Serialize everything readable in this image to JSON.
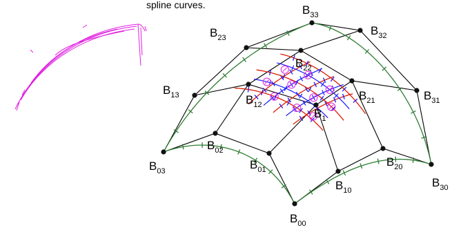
{
  "caption_fragment": "spline curves.",
  "control_points": [
    {
      "id": "B00",
      "base": "B",
      "sub": "00"
    },
    {
      "id": "B01",
      "base": "B",
      "sub": "01"
    },
    {
      "id": "B02",
      "base": "B",
      "sub": "02"
    },
    {
      "id": "B03",
      "base": "B",
      "sub": "03"
    },
    {
      "id": "B10",
      "base": "B",
      "sub": "10"
    },
    {
      "id": "B11",
      "base": "B",
      "sub": "1"
    },
    {
      "id": "B12",
      "base": "B",
      "sub": "12"
    },
    {
      "id": "B13",
      "base": "B",
      "sub": "13"
    },
    {
      "id": "B20",
      "base": "B",
      "sub": "20"
    },
    {
      "id": "B21",
      "base": "B",
      "sub": "21"
    },
    {
      "id": "B22",
      "base": "B",
      "sub": "22"
    },
    {
      "id": "B23",
      "base": "B",
      "sub": "23"
    },
    {
      "id": "B30",
      "base": "B",
      "sub": "30"
    },
    {
      "id": "B31",
      "base": "B",
      "sub": "31"
    },
    {
      "id": "B32",
      "base": "B",
      "sub": "32"
    },
    {
      "id": "B33",
      "base": "B",
      "sub": "33"
    }
  ],
  "colors": {
    "control_net": "#000000",
    "boundary_curves": "#2e7d32",
    "red_curves": "#d81e05",
    "blue_curves": "#1a1aff",
    "magenta_markers": "#e01ee0"
  }
}
